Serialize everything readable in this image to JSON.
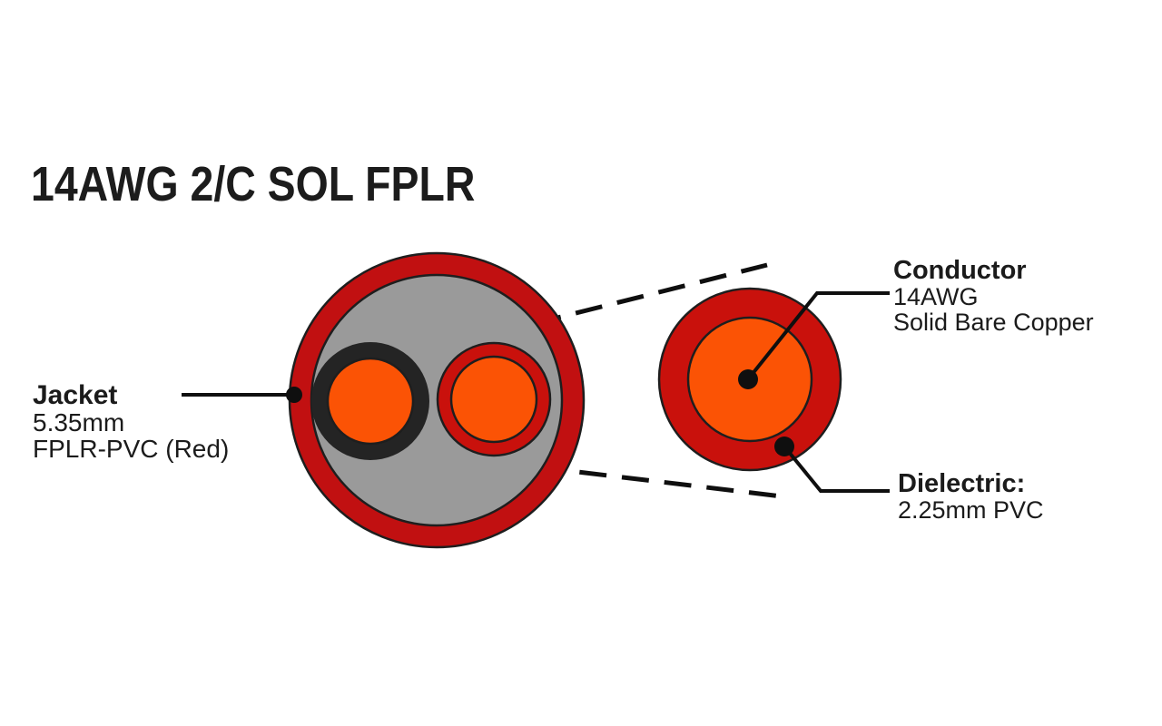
{
  "title": "14AWG 2/C SOL FPLR",
  "colors": {
    "background": "#ffffff",
    "jacket_red": "#c11011",
    "dielectric_red": "#c9110c",
    "copper_orange": "#fb5305",
    "filler_gray": "#9a9a9a",
    "insulation_black": "#242424",
    "line_black": "#0f0f0f",
    "text_black": "#1b1b1b"
  },
  "labels": {
    "jacket": {
      "heading": "Jacket",
      "size": "5.35mm",
      "material": "FPLR-PVC (Red)"
    },
    "conductor": {
      "heading": "Conductor",
      "gauge": "14AWG",
      "material": "Solid Bare Copper"
    },
    "dielectric": {
      "heading": "Dielectric:",
      "spec": "2.25mm PVC"
    }
  }
}
